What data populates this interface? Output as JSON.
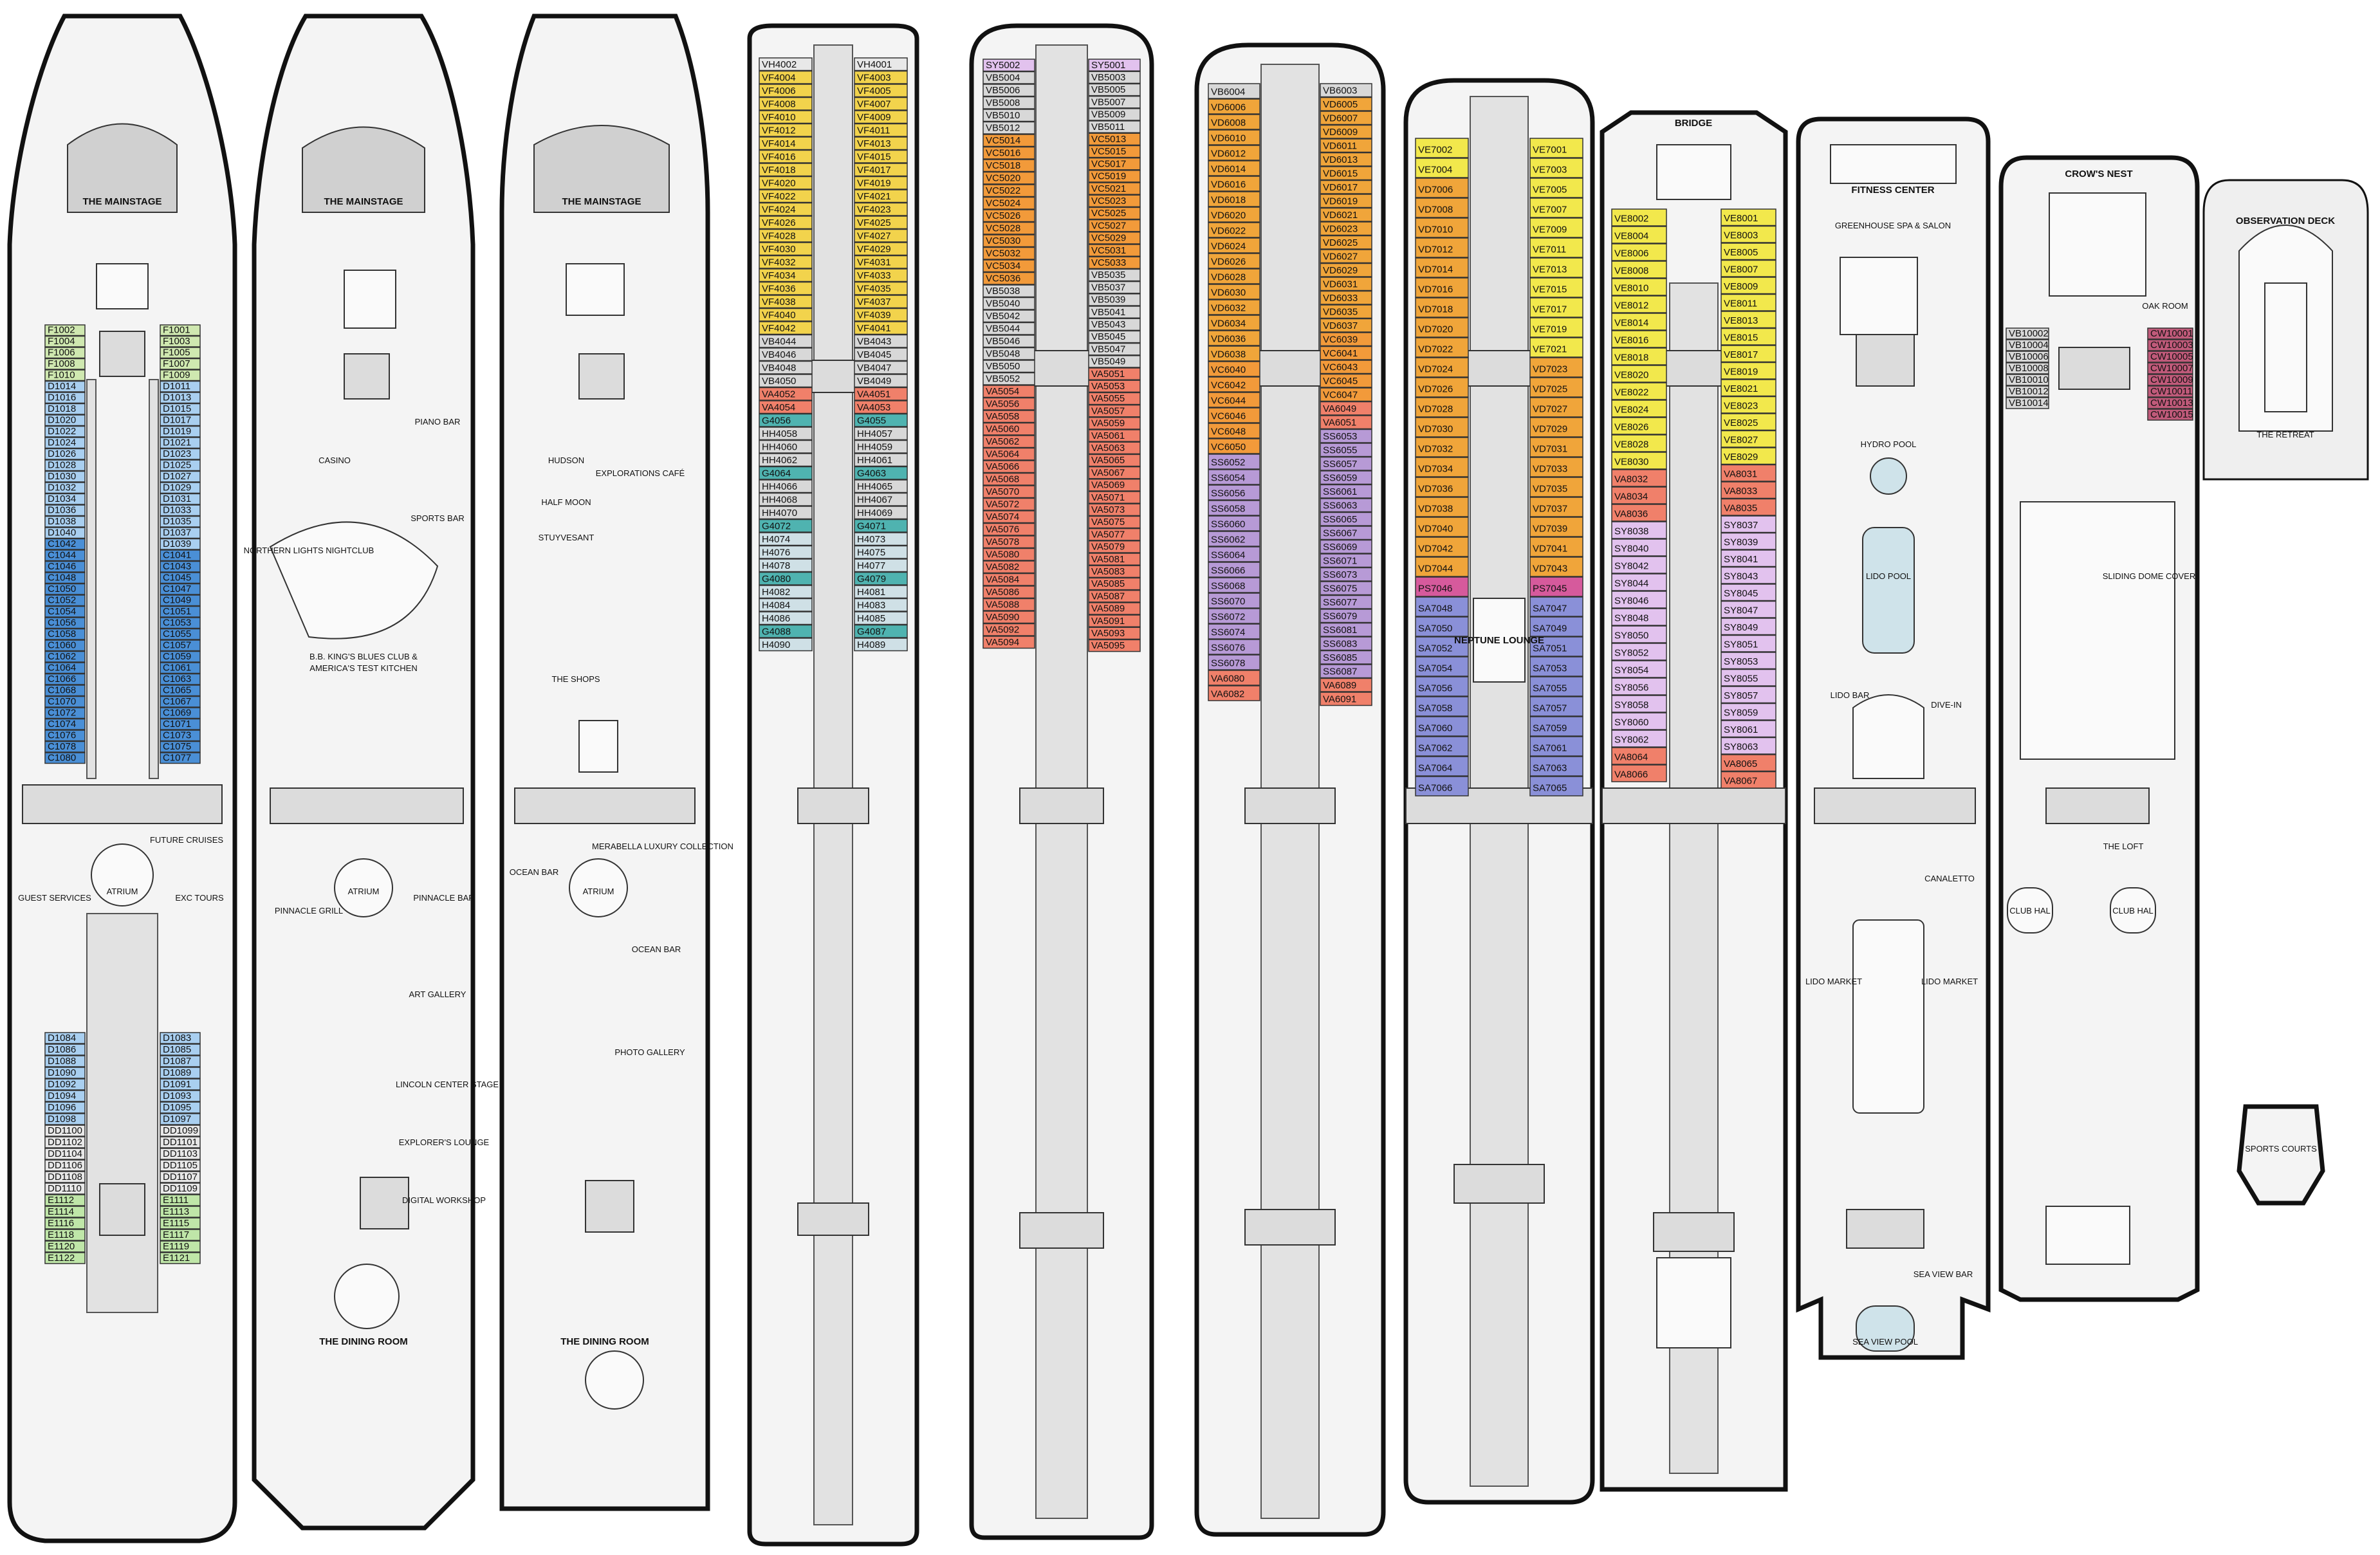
{
  "colors": {
    "F": "#cfe8b0",
    "C": "#4a8fd6",
    "D": "#a9cff0",
    "E": "#bfe6a8",
    "K": "#e8e8e8",
    "VF": "#f2d34c",
    "VA": "#f0806a",
    "HH": "#d8d8d8",
    "G": "#4fb3b0",
    "H": "#cfe0e6",
    "VB": "#d8d8d8",
    "VC": "#f29a3a",
    "SS": "#b79ad6",
    "SA": "#8a90d8",
    "PS": "#d65a9c",
    "SC": "#ffffff",
    "SY": "#e2c2ee",
    "MM": "#c9a14a",
    "VE": "#f2e84c",
    "VD": "#f0a53a",
    "L": "#f4f4f4",
    "M": "#d8d8d8",
    "B": "#c9d28a",
    "SB": "#c8c0e8",
    "CW": "#c05a7a"
  },
  "decks": [
    {
      "id": "deck-1",
      "labels": [
        "THE MAINSTAGE",
        "FUTURE CRUISES",
        "ATRIUM",
        "GUEST SERVICES",
        "EXC TOURS"
      ],
      "cabins_left": [
        "F1002",
        "F1004",
        "F1006",
        "F1008",
        "F1010",
        "D1014",
        "D1016",
        "D1018",
        "D1020",
        "D1022",
        "D1024",
        "D1026",
        "D1028",
        "D1030",
        "D1032",
        "D1034",
        "D1036",
        "D1038",
        "D1040",
        "C1042",
        "C1044",
        "C1046",
        "C1048",
        "C1050",
        "C1052",
        "C1054",
        "C1056",
        "C1058",
        "C1060",
        "C1062",
        "C1064",
        "C1066",
        "C1068",
        "C1070",
        "C1072",
        "C1074",
        "C1076",
        "C1078",
        "C1080"
      ],
      "cabins_right": [
        "F1001",
        "F1003",
        "F1005",
        "F1007",
        "F1009",
        "D1011",
        "D1013",
        "D1015",
        "D1017",
        "D1019",
        "D1021",
        "D1023",
        "D1025",
        "D1027",
        "D1029",
        "D1031",
        "D1033",
        "D1035",
        "D1037",
        "D1039",
        "C1041",
        "C1043",
        "C1045",
        "C1047",
        "C1049",
        "C1051",
        "C1053",
        "C1055",
        "C1057",
        "C1059",
        "C1061",
        "C1063",
        "C1065",
        "C1067",
        "C1069",
        "C1071",
        "C1073",
        "C1075",
        "C1077"
      ],
      "cabins_left_aft": [
        "D1084",
        "D1086",
        "D1088",
        "D1090",
        "D1092",
        "D1094",
        "D1096",
        "D1098",
        "DD1100",
        "DD1102",
        "DD1104",
        "DD1106",
        "DD1108",
        "DD1110",
        "E1112",
        "E1114",
        "E1116",
        "E1118",
        "E1120",
        "E1122"
      ],
      "cabins_right_aft": [
        "D1083",
        "D1085",
        "D1087",
        "D1089",
        "D1091",
        "D1093",
        "D1095",
        "D1097",
        "DD1099",
        "DD1101",
        "DD1103",
        "DD1105",
        "DD1107",
        "DD1109",
        "E1111",
        "E1113",
        "E1115",
        "E1117",
        "E1119",
        "E1121"
      ]
    },
    {
      "id": "deck-2",
      "labels": [
        "THE MAINSTAGE",
        "PIANO BAR",
        "CASINO",
        "SPORTS BAR",
        "NORTHERN LIGHTS NIGHTCLUB",
        "B.B. KING'S BLUES CLUB &",
        "AMERICA'S TEST KITCHEN",
        "ATRIUM",
        "PINNACLE GRILL",
        "PINNACLE BAR",
        "ART GALLERY",
        "LINCOLN CENTER STAGE",
        "EXPLORER'S LOUNGE",
        "DIGITAL WORKSHOP",
        "THE DINING ROOM"
      ]
    },
    {
      "id": "deck-3",
      "labels": [
        "THE MAINSTAGE",
        "HUDSON",
        "HALF MOON",
        "EXPLORATIONS CAFÉ",
        "STUYVESANT",
        "THE SHOPS",
        "OCEAN BAR",
        "ATRIUM",
        "MERABELLA LUXURY COLLECTION",
        "OCEAN BAR",
        "PHOTO GALLERY",
        "THE DINING ROOM"
      ]
    },
    {
      "id": "deck-4",
      "labels": [],
      "cabins_left": [
        "VH4002",
        "VF4004",
        "VF4006",
        "VF4008",
        "VF4010",
        "VF4012",
        "VF4014",
        "VF4016",
        "VF4018",
        "VF4020",
        "VF4022",
        "VF4024",
        "VF4026",
        "VF4028",
        "VF4030",
        "VF4032",
        "VF4034",
        "VF4036",
        "VF4038",
        "VF4040",
        "VF4042",
        "VB4044",
        "VB4046",
        "VB4048",
        "VB4050",
        "VA4052",
        "VA4054",
        "G4056",
        "HH4058",
        "HH4060",
        "HH4062",
        "G4064",
        "HH4066",
        "HH4068",
        "HH4070",
        "G4072",
        "H4074",
        "H4076",
        "H4078",
        "G4080",
        "H4082",
        "H4084",
        "H4086",
        "G4088",
        "H4090"
      ],
      "cabins_right": [
        "VH4001",
        "VF4003",
        "VF4005",
        "VF4007",
        "VF4009",
        "VF4011",
        "VF4013",
        "VF4015",
        "VF4017",
        "VF4019",
        "VF4021",
        "VF4023",
        "VF4025",
        "VF4027",
        "VF4029",
        "VF4031",
        "VF4033",
        "VF4035",
        "VF4037",
        "VF4039",
        "VF4041",
        "VB4043",
        "VB4045",
        "VB4047",
        "VB4049",
        "VA4051",
        "VA4053",
        "G4055",
        "HH4057",
        "HH4059",
        "HH4061",
        "G4063",
        "HH4065",
        "HH4067",
        "HH4069",
        "G4071",
        "H4073",
        "H4075",
        "H4077",
        "G4079",
        "H4081",
        "H4083",
        "H4085",
        "G4087",
        "H4089"
      ]
    },
    {
      "id": "deck-5",
      "labels": [],
      "cabins_left": [
        "SY5002",
        "VB5004",
        "VB5006",
        "VB5008",
        "VB5010",
        "VB5012",
        "VC5014",
        "VC5016",
        "VC5018",
        "VC5020",
        "VC5022",
        "VC5024",
        "VC5026",
        "VC5028",
        "VC5030",
        "VC5032",
        "VC5034",
        "VC5036",
        "VB5038",
        "VB5040",
        "VB5042",
        "VB5044",
        "VB5046",
        "VB5048",
        "VB5050",
        "VB5052",
        "VA5054",
        "VA5056",
        "VA5058",
        "VA5060",
        "VA5062",
        "VA5064",
        "VA5066",
        "VA5068",
        "VA5070",
        "VA5072",
        "VA5074",
        "VA5076",
        "VA5078",
        "VA5080",
        "VA5082",
        "VA5084",
        "VA5086",
        "VA5088",
        "VA5090",
        "VA5092",
        "VA5094"
      ],
      "cabins_right": [
        "SY5001",
        "VB5003",
        "VB5005",
        "VB5007",
        "VB5009",
        "VB5011",
        "VC5013",
        "VC5015",
        "VC5017",
        "VC5019",
        "VC5021",
        "VC5023",
        "VC5025",
        "VC5027",
        "VC5029",
        "VC5031",
        "VC5033",
        "VB5035",
        "VB5037",
        "VB5039",
        "VB5041",
        "VB5043",
        "VB5045",
        "VB5047",
        "VB5049",
        "VA5051",
        "VA5053",
        "VA5055",
        "VA5057",
        "VA5059",
        "VA5061",
        "VA5063",
        "VA5065",
        "VA5067",
        "VA5069",
        "VA5071",
        "VA5073",
        "VA5075",
        "VA5077",
        "VA5079",
        "VA5081",
        "VA5083",
        "VA5085",
        "VA5087",
        "VA5089",
        "VA5091",
        "VA5093",
        "VA5095"
      ]
    },
    {
      "id": "deck-6",
      "labels": [],
      "cabins_left": [
        "VB6004",
        "VD6006",
        "VD6008",
        "VD6010",
        "VD6012",
        "VD6014",
        "VD6016",
        "VD6018",
        "VD6020",
        "VD6022",
        "VD6024",
        "VD6026",
        "VD6028",
        "VD6030",
        "VD6032",
        "VD6034",
        "VD6036",
        "VD6038",
        "VC6040",
        "VC6042",
        "VC6044",
        "VC6046",
        "VC6048",
        "VC6050",
        "SS6052",
        "SS6054",
        "SS6056",
        "SS6058",
        "SS6060",
        "SS6062",
        "SS6064",
        "SS6066",
        "SS6068",
        "SS6070",
        "SS6072",
        "SS6074",
        "SS6076",
        "SS6078",
        "VA6080",
        "VA6082"
      ],
      "cabins_right": [
        "VB6003",
        "VD6005",
        "VD6007",
        "VD6009",
        "VD6011",
        "VD6013",
        "VD6015",
        "VD6017",
        "VD6019",
        "VD6021",
        "VD6023",
        "VD6025",
        "VD6027",
        "VD6029",
        "VD6031",
        "VD6033",
        "VD6035",
        "VD6037",
        "VC6039",
        "VC6041",
        "VC6043",
        "VC6045",
        "VC6047",
        "VA6049",
        "VA6051",
        "SS6053",
        "SS6055",
        "SS6057",
        "SS6059",
        "SS6061",
        "SS6063",
        "SS6065",
        "SS6067",
        "SS6069",
        "SS6071",
        "SS6073",
        "SS6075",
        "SS6077",
        "SS6079",
        "SS6081",
        "SS6083",
        "SS6085",
        "SS6087",
        "VA6089",
        "VA6091"
      ]
    },
    {
      "id": "deck-7",
      "labels": [
        "NEPTUNE LOUNGE"
      ],
      "cabins_left": [
        "VE7002",
        "VE7004",
        "VD7006",
        "VD7008",
        "VD7010",
        "VD7012",
        "VD7014",
        "VD7016",
        "VD7018",
        "VD7020",
        "VD7022",
        "VD7024",
        "VD7026",
        "VD7028",
        "VD7030",
        "VD7032",
        "VD7034",
        "VD7036",
        "VD7038",
        "VD7040",
        "VD7042",
        "VD7044",
        "PS7046",
        "SA7048",
        "SA7050",
        "SA7052",
        "SA7054",
        "SA7056",
        "SA7058",
        "SA7060",
        "SA7062",
        "SA7064",
        "SA7066"
      ],
      "cabins_right": [
        "VE7001",
        "VE7003",
        "VE7005",
        "VE7007",
        "VE7009",
        "VE7011",
        "VE7013",
        "VE7015",
        "VE7017",
        "VE7019",
        "VE7021",
        "VD7023",
        "VD7025",
        "VD7027",
        "VD7029",
        "VD7031",
        "VD7033",
        "VD7035",
        "VD7037",
        "VD7039",
        "VD7041",
        "VD7043",
        "PS7045",
        "SA7047",
        "SA7049",
        "SA7051",
        "SA7053",
        "SA7055",
        "SA7057",
        "SA7059",
        "SA7061",
        "SA7063",
        "SA7065"
      ]
    },
    {
      "id": "deck-8",
      "labels": [
        "BRIDGE"
      ],
      "cabins_left": [
        "VE8002",
        "VE8004",
        "VE8006",
        "VE8008",
        "VE8010",
        "VE8012",
        "VE8014",
        "VE8016",
        "VE8018",
        "VE8020",
        "VE8022",
        "VE8024",
        "VE8026",
        "VE8028",
        "VE8030",
        "VA8032",
        "VA8034",
        "VA8036",
        "SY8038",
        "SY8040",
        "SY8042",
        "SY8044",
        "SY8046",
        "SY8048",
        "SY8050",
        "SY8052",
        "SY8054",
        "SY8056",
        "SY8058",
        "SY8060",
        "SY8062",
        "VA8064",
        "VA8066"
      ],
      "cabins_right": [
        "VE8001",
        "VE8003",
        "VE8005",
        "VE8007",
        "VE8009",
        "VE8011",
        "VE8013",
        "VE8015",
        "VE8017",
        "VE8019",
        "VE8021",
        "VE8023",
        "VE8025",
        "VE8027",
        "VE8029",
        "VA8031",
        "VA8033",
        "VA8035",
        "SY8037",
        "SY8039",
        "SY8041",
        "SY8043",
        "SY8045",
        "SY8047",
        "SY8049",
        "SY8051",
        "SY8053",
        "SY8055",
        "SY8057",
        "SY8059",
        "SY8061",
        "SY8063",
        "VA8065",
        "VA8067"
      ]
    },
    {
      "id": "deck-9",
      "labels": [
        "FITNESS CENTER",
        "GREENHOUSE SPA & SALON",
        "HYDRO POOL",
        "LIDO POOL",
        "LIDO BAR",
        "DIVE-IN",
        "CANALETTO",
        "LIDO MARKET",
        "LIDO MARKET",
        "SEA VIEW BAR",
        "SEA VIEW POOL"
      ]
    },
    {
      "id": "deck-10",
      "labels": [
        "CROW'S NEST",
        "OAK ROOM",
        "SLIDING DOME COVER",
        "THE LOFT",
        "CLUB HAL",
        "CLUB HAL"
      ],
      "cabins_left": [
        "VB10002",
        "VB10004",
        "VB10006",
        "VB10008",
        "VB10010",
        "VB10012",
        "VB10014"
      ],
      "cabins_right": [
        "CW10001",
        "CW10003",
        "CW10005",
        "CW10007",
        "CW10009",
        "CW10011",
        "CW10013",
        "CW10015"
      ]
    },
    {
      "id": "deck-11",
      "labels": [
        "OBSERVATION DECK",
        "THE RETREAT",
        "SPORTS COURTS"
      ]
    }
  ]
}
